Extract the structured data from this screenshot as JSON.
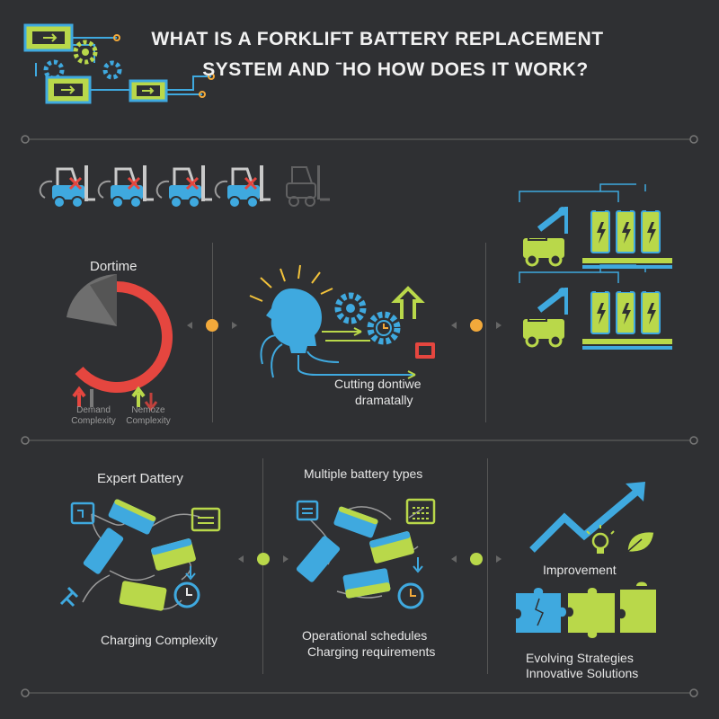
{
  "header": {
    "title_line1": "WHAT IS A FORKLIFT BATTERY REPLACEMENT",
    "title_line2": "SYSTEM  AND ˉHO HOW DOES IT WORK?"
  },
  "section1": {
    "downtime_label": "Dortime",
    "arrow_label_left": "Demand\nComplexity",
    "arrow_label_right": "Nemoze\nComplexity",
    "caption_line1": "Cutting dontiwe",
    "caption_line2": "dramatally"
  },
  "section2": {
    "left_title": "Expert Dattery",
    "left_caption": "Charging Complexity",
    "mid_title": "Multiple battery types",
    "mid_caption_line1": "Operational schedules",
    "mid_caption_line2": "Charging requirements",
    "right_title": "Improvement",
    "right_caption_line1": "Evolving Strategies",
    "right_caption_line2": "Innovative Solutions"
  },
  "colors": {
    "background": "#2f3033",
    "cyan": "#3fa9df",
    "lime": "#b9d84a",
    "red": "#e5463f",
    "orange": "#f2a93b",
    "gray": "#7a7a7a"
  }
}
